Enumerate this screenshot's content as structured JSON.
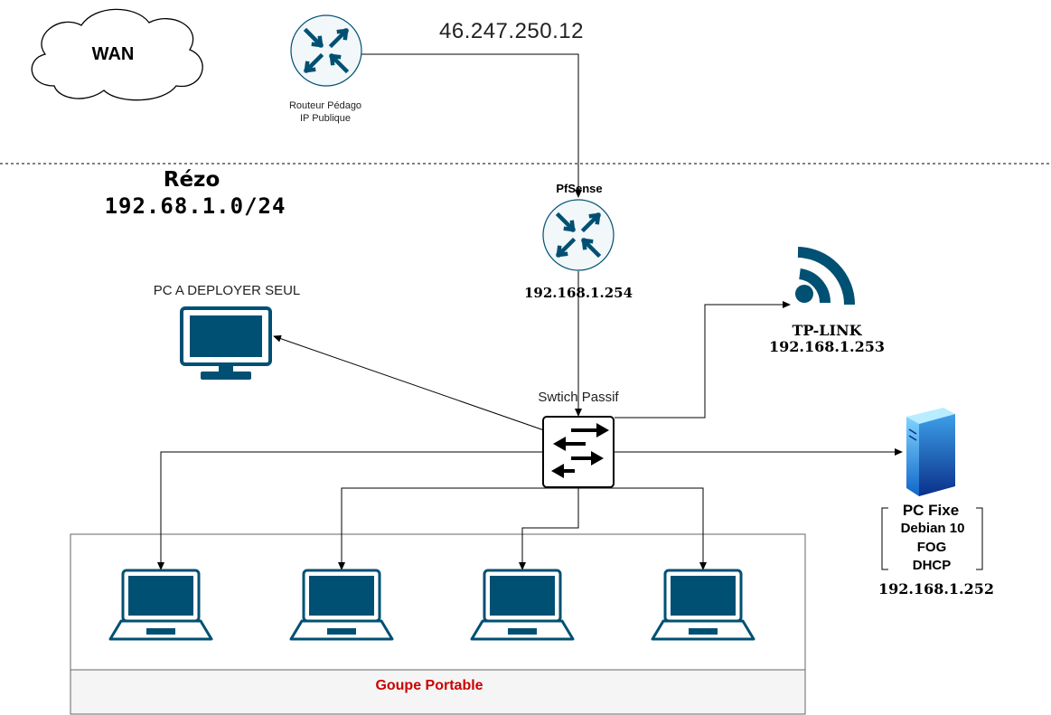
{
  "wan": {
    "label": "WAN"
  },
  "router": {
    "ip": "46.247.250.12",
    "name_line1": "Routeur Pédago",
    "name_line2": "IP Publique"
  },
  "network": {
    "name": "Rézo",
    "subnet": "192.68.1.0/24"
  },
  "pfsense": {
    "name": "PfSense",
    "ip": "192.168.1.254"
  },
  "deploy_pc": {
    "label": "PC A DEPLOYER SEUL"
  },
  "tplink": {
    "name": "TP-LINK",
    "ip": "192.168.1.253"
  },
  "switch": {
    "label": "Swtich Passif"
  },
  "server": {
    "title": "PC Fixe",
    "os": "Debian 10",
    "svc1": "FOG",
    "svc2": "DHCP",
    "ip": "192.168.1.252"
  },
  "group": {
    "label": "Goupe Portable"
  },
  "colors": {
    "icon": "#005073",
    "accent_red": "#cc0000",
    "line": "#000000",
    "group_fill": "#f5f5f5"
  }
}
